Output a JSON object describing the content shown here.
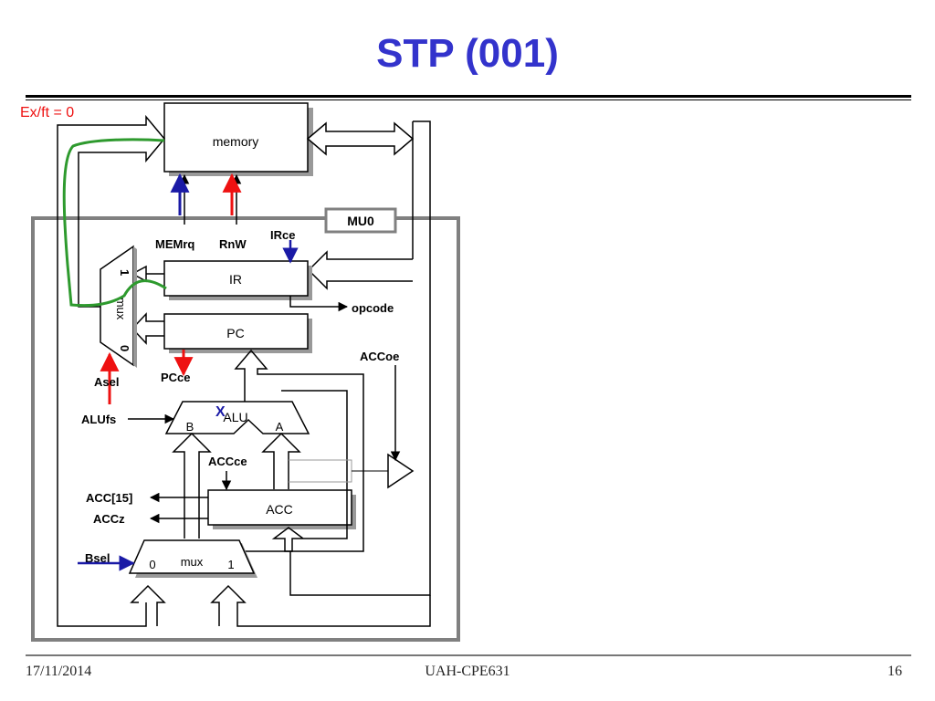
{
  "slide": {
    "title": "STP (001)",
    "footer": {
      "date": "17/11/2014",
      "course": "UAH-CPE631",
      "page": "16"
    }
  },
  "diagram": {
    "exft_label": "Ex/ft = 0",
    "memory_label": "memory",
    "mu0_label": "MU0",
    "ir_label": "IR",
    "pc_label": "PC",
    "acc_label": "ACC",
    "alu_label": "ALU",
    "alu_a": "A",
    "alu_b": "B",
    "mux_label": "mux",
    "mux_in0": "0",
    "mux_in1": "1",
    "amux_label": "mux",
    "amux_in0": "0",
    "amux_in1": "1",
    "marker": "X",
    "signals": {
      "memrq": "MEMrq",
      "rnw": "RnW",
      "irce": "IRce",
      "opcode": "opcode",
      "accoe": "ACCoe",
      "asel": "Asel",
      "pcce": "PCce",
      "alufs": "ALUfs",
      "accce": "ACCce",
      "acc15": "ACC[15]",
      "accz": "ACCz",
      "bsel": "Bsel"
    },
    "colors": {
      "active_red": "#ee1111",
      "active_blue": "#1a1aa6",
      "path_green": "#2e9a2e",
      "frame_gray": "#808080",
      "title_blue": "#3333cc"
    }
  }
}
